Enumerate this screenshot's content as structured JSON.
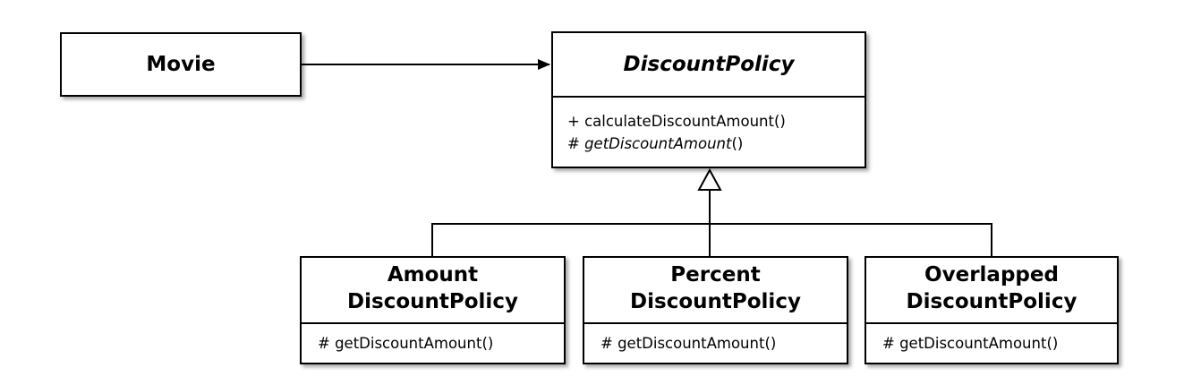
{
  "classes": {
    "movie": {
      "name": "Movie"
    },
    "discount_policy": {
      "name": "DiscountPolicy",
      "methods": [
        {
          "prefix": "+ ",
          "name": "calculateDiscountAmount",
          "suffix": "()"
        },
        {
          "prefix": "# ",
          "name": "getDiscountAmount",
          "suffix": "()"
        }
      ]
    },
    "amount": {
      "name_line1": "Amount",
      "name_line2": "DiscountPolicy",
      "method": "# getDiscountAmount()"
    },
    "percent": {
      "name_line1": "Percent",
      "name_line2": "DiscountPolicy",
      "method": "# getDiscountAmount()"
    },
    "overlapped": {
      "name_line1": "Overlapped",
      "name_line2": "DiscountPolicy",
      "method": "# getDiscountAmount()"
    }
  }
}
